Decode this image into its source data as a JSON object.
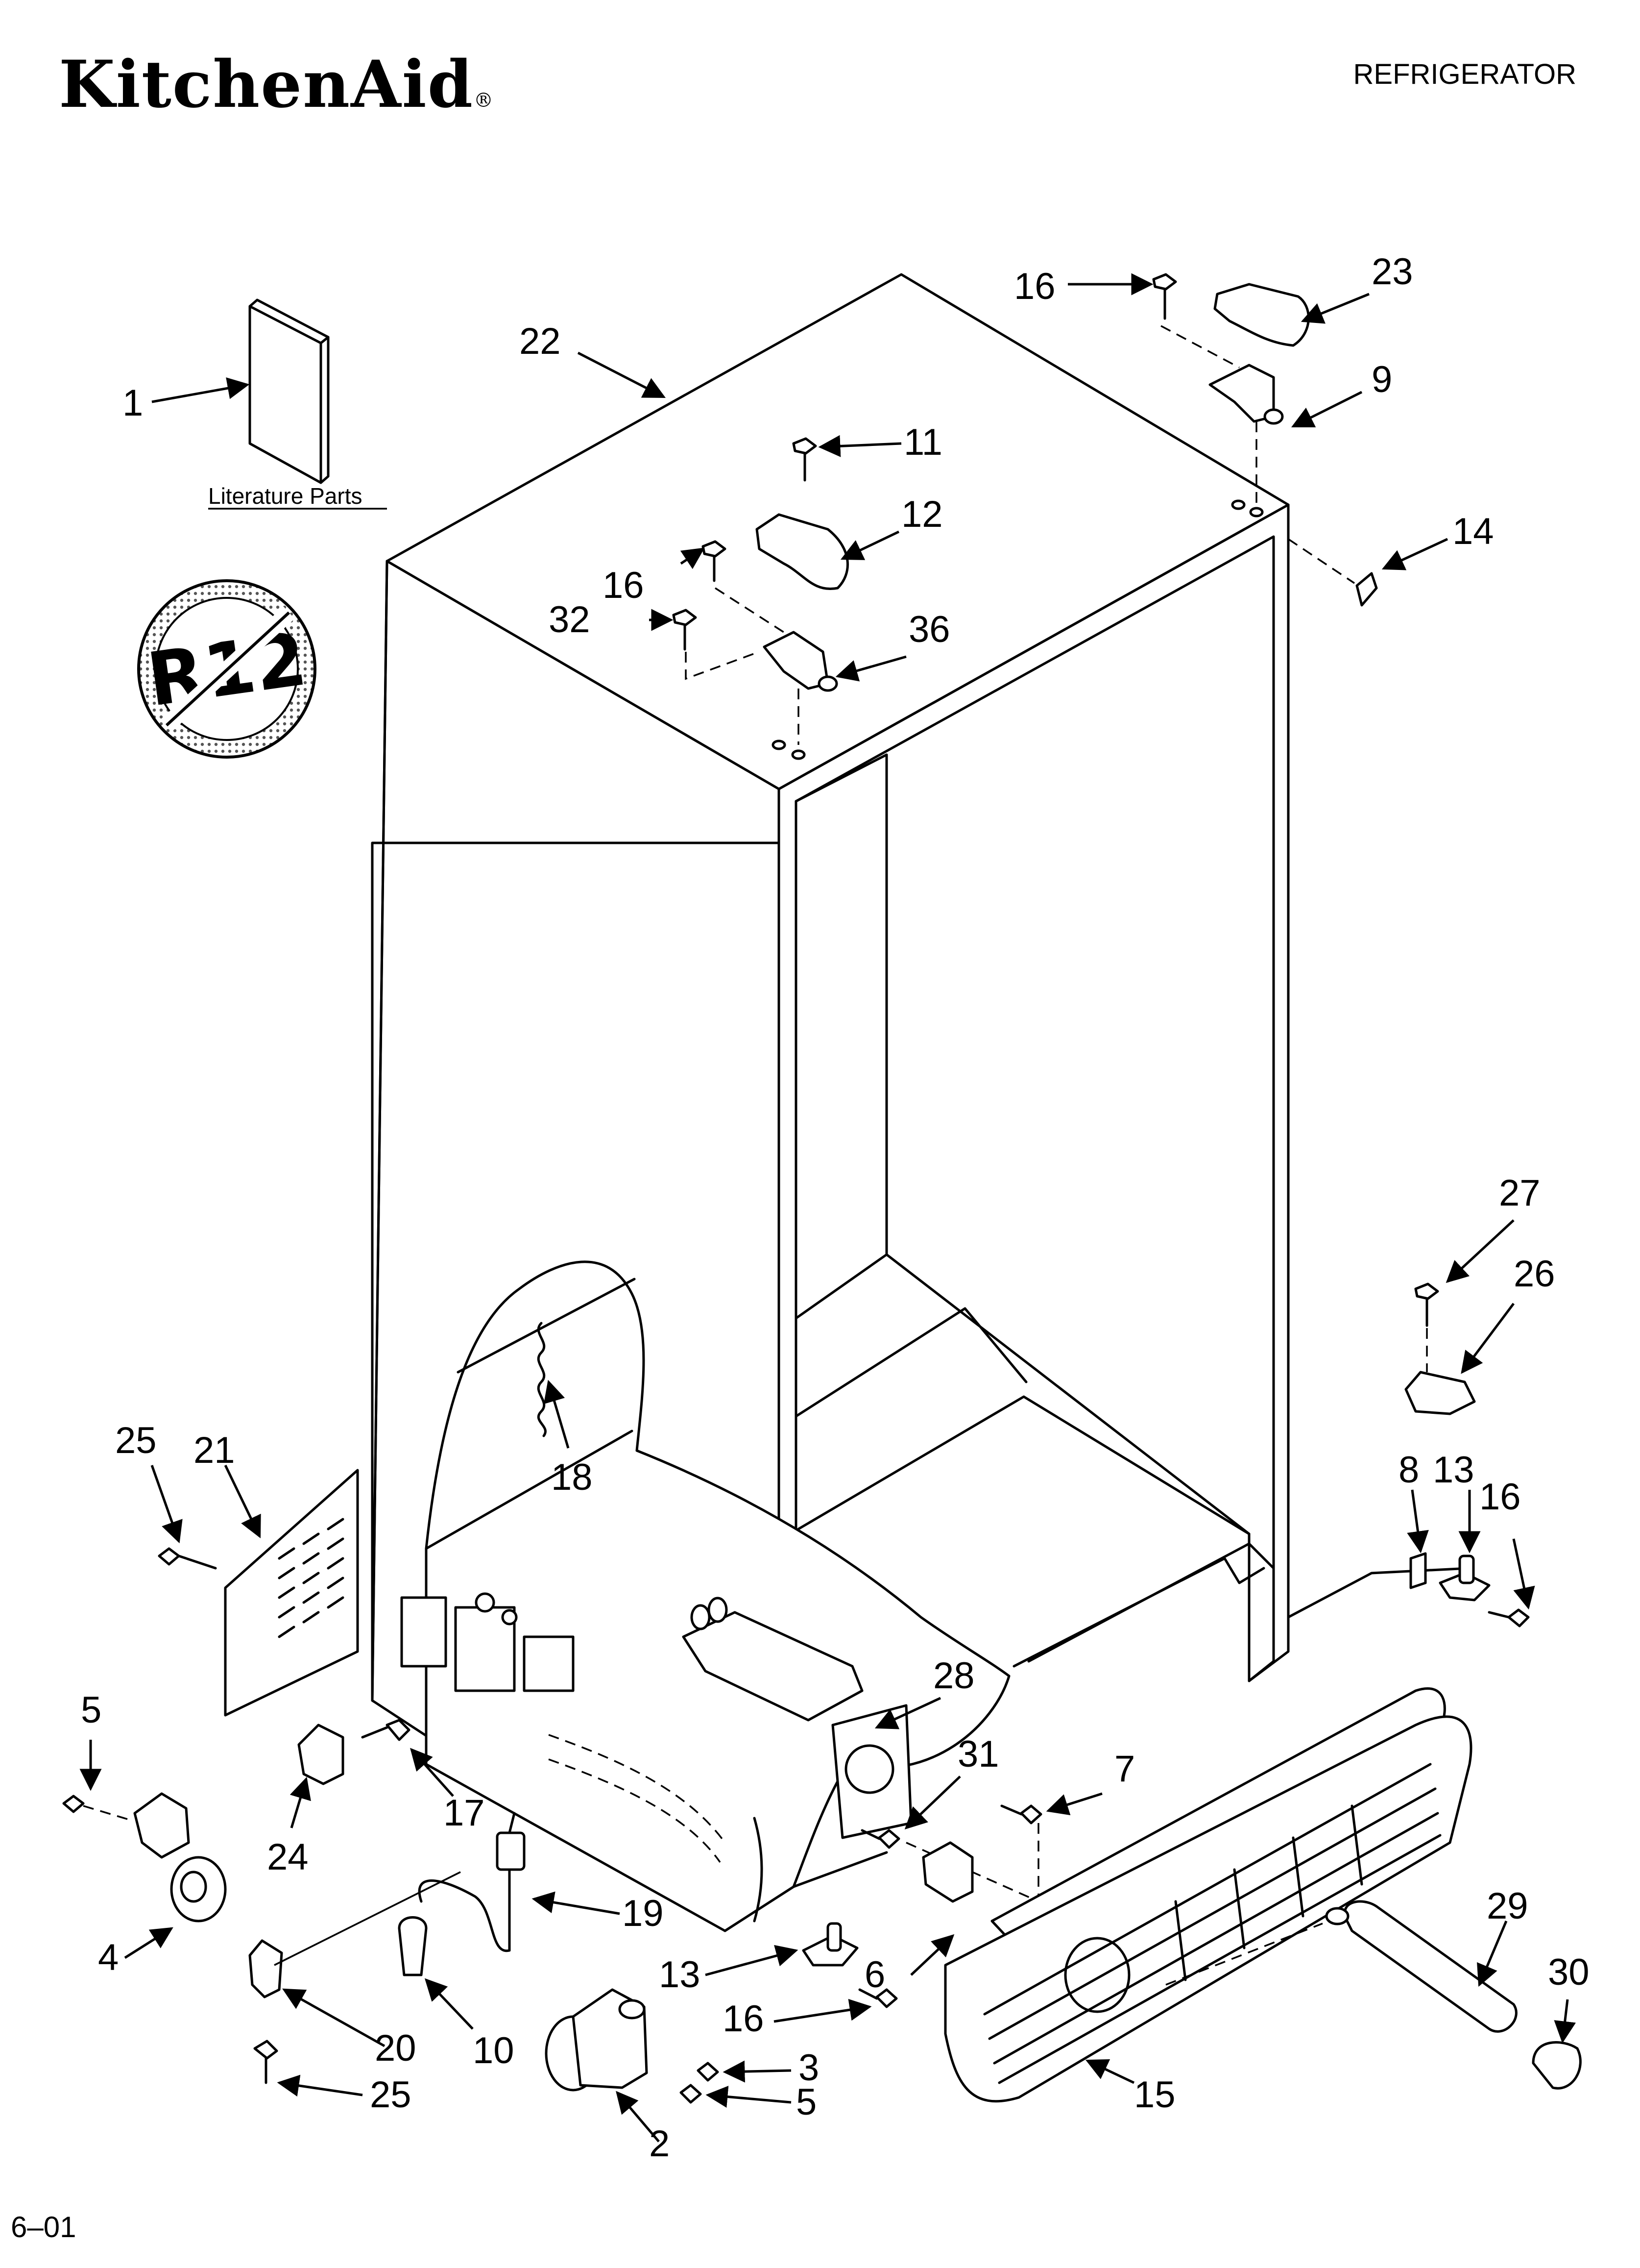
{
  "header": {
    "brand": "KitchenAid",
    "brand_mark": "®",
    "category": "REFRIGERATOR"
  },
  "literature": {
    "label": "Literature Parts"
  },
  "badge": {
    "text": "R12"
  },
  "callouts": [
    {
      "id": "c1",
      "text": "1"
    },
    {
      "id": "c22",
      "text": "22"
    },
    {
      "id": "c16a",
      "text": "16"
    },
    {
      "id": "c23",
      "text": "23"
    },
    {
      "id": "c9",
      "text": "9"
    },
    {
      "id": "c11",
      "text": "11"
    },
    {
      "id": "c12",
      "text": "12"
    },
    {
      "id": "c14",
      "text": "14"
    },
    {
      "id": "c16b",
      "text": "16"
    },
    {
      "id": "c32",
      "text": "32"
    },
    {
      "id": "c36",
      "text": "36"
    },
    {
      "id": "c27",
      "text": "27"
    },
    {
      "id": "c26",
      "text": "26"
    },
    {
      "id": "c25a",
      "text": "25"
    },
    {
      "id": "c21",
      "text": "21"
    },
    {
      "id": "c18",
      "text": "18"
    },
    {
      "id": "c8",
      "text": "8"
    },
    {
      "id": "c13a",
      "text": "13"
    },
    {
      "id": "c16c",
      "text": "16"
    },
    {
      "id": "c5a",
      "text": "5"
    },
    {
      "id": "c28",
      "text": "28"
    },
    {
      "id": "c31",
      "text": "31"
    },
    {
      "id": "c7",
      "text": "7"
    },
    {
      "id": "c17",
      "text": "17"
    },
    {
      "id": "c24",
      "text": "24"
    },
    {
      "id": "c4",
      "text": "4"
    },
    {
      "id": "c19",
      "text": "19"
    },
    {
      "id": "c6",
      "text": "6"
    },
    {
      "id": "c29",
      "text": "29"
    },
    {
      "id": "c30",
      "text": "30"
    },
    {
      "id": "c13b",
      "text": "13"
    },
    {
      "id": "c16d",
      "text": "16"
    },
    {
      "id": "c20",
      "text": "20"
    },
    {
      "id": "c10",
      "text": "10"
    },
    {
      "id": "c3",
      "text": "3"
    },
    {
      "id": "c5b",
      "text": "5"
    },
    {
      "id": "c25b",
      "text": "25"
    },
    {
      "id": "c2",
      "text": "2"
    },
    {
      "id": "c15",
      "text": "15"
    }
  ],
  "footer": {
    "date_code": "6–01"
  }
}
